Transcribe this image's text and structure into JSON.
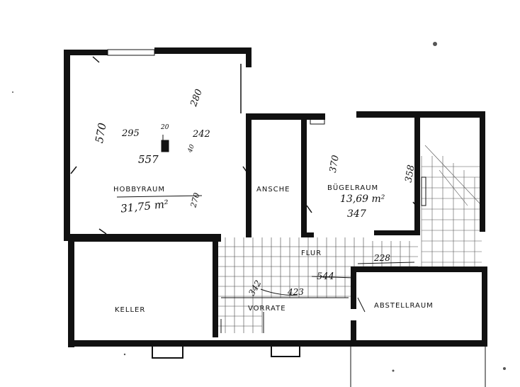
{
  "rooms": {
    "hobbyraum": {
      "name": "HOBBYRAUM",
      "area": "31,75 m²"
    },
    "ansche": {
      "name": "ANSCHE"
    },
    "bugelraum": {
      "name": "BÜGELRAUM",
      "area": "13,69 m²"
    },
    "flur": {
      "name": "FLUR"
    },
    "keller": {
      "name": "KELLER"
    },
    "vorrate": {
      "name": "VORRATE"
    },
    "abstellraum": {
      "name": "ABSTELLRAUM"
    }
  },
  "dimensions": {
    "hobby_height": "570",
    "hobby_width": "557",
    "hobby_top_right": "280",
    "hobby_left_inner": "295",
    "hobby_right_inner": "242",
    "chimney_top": "20",
    "chimney_side": "40",
    "hobby_right_low": "270",
    "bugel_left": "370",
    "bugel_right": "358",
    "bugel_width": "347",
    "flur_width": "544",
    "flur_right": "228",
    "vorrate_height": "342",
    "vorrate_width": "423"
  }
}
